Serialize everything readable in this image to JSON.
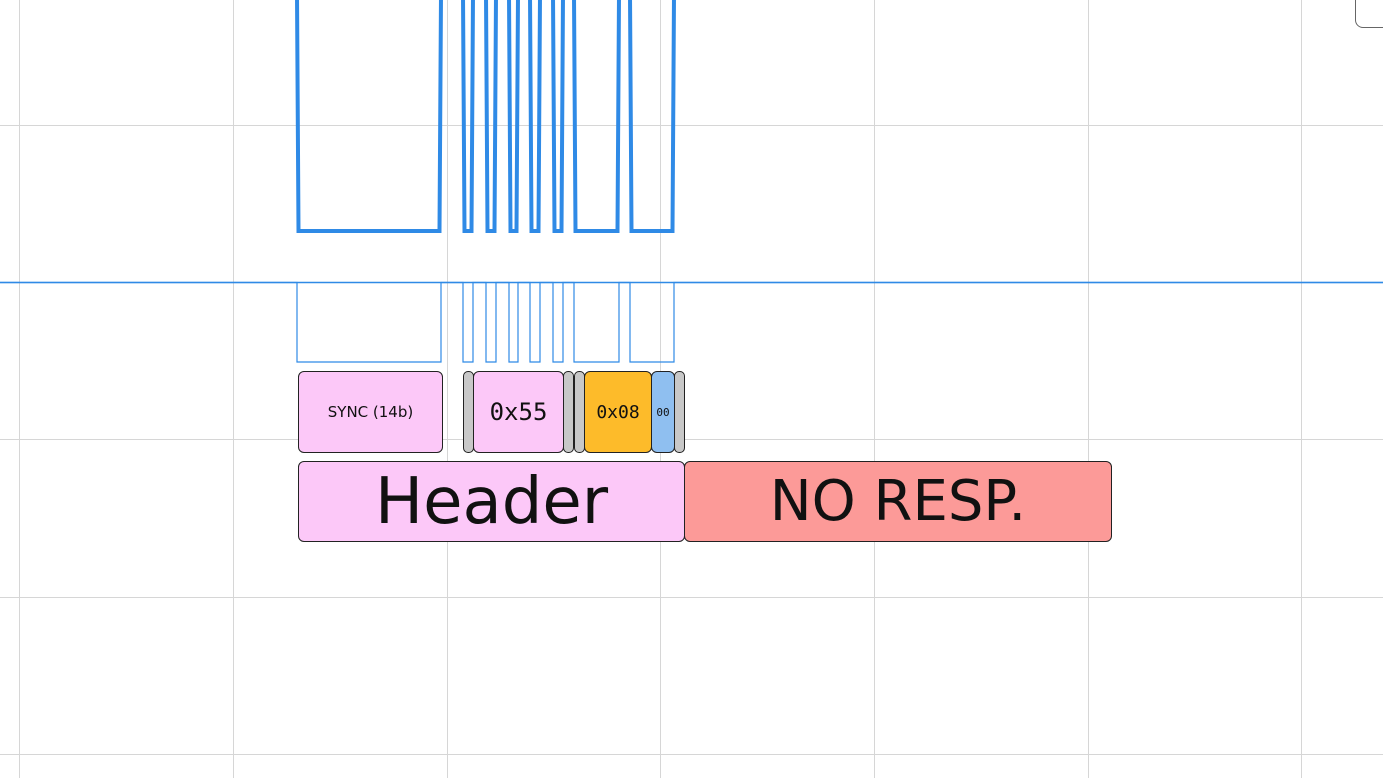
{
  "decoder": {
    "sync_label": "SYNC (14b)",
    "sync_byte": "0x55",
    "id_byte": "0x08",
    "parity": "00",
    "header_label": "Header",
    "response_label": "NO RESP."
  },
  "colors": {
    "trace": "#2f8ae6",
    "header": "#fcc8f8",
    "id": "#fdbb2a",
    "parity": "#8fbff0",
    "no_response": "#fc9a98",
    "bit_separator": "#c8c8c8"
  }
}
